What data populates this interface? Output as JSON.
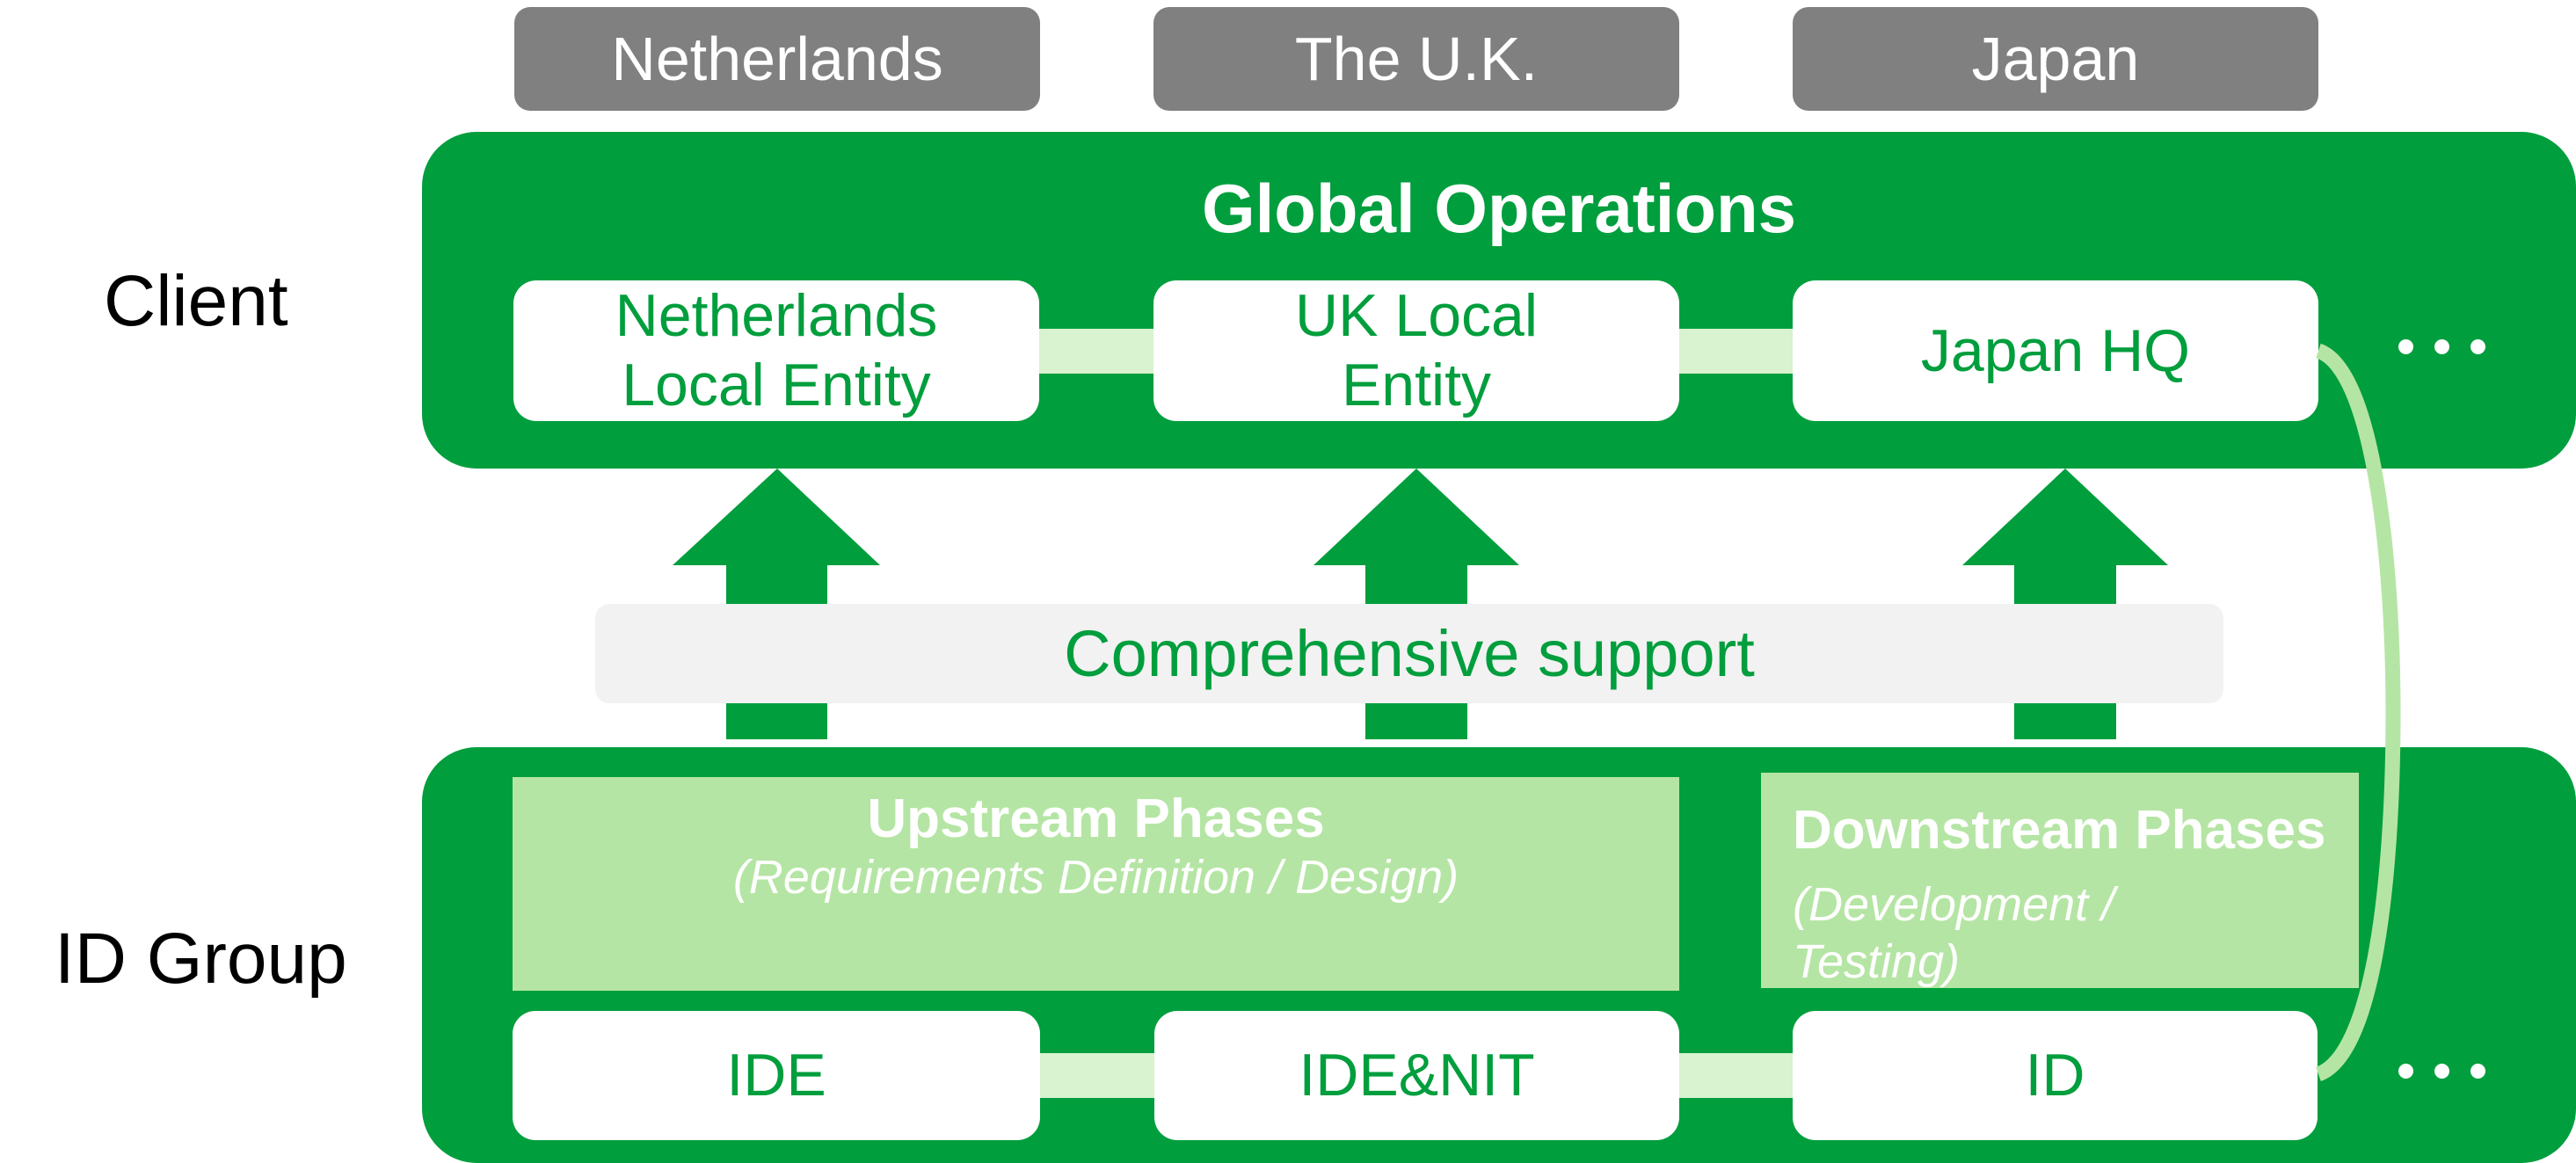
{
  "countries": [
    {
      "label": "Netherlands"
    },
    {
      "label": "The U.K."
    },
    {
      "label": "Japan"
    }
  ],
  "rows": {
    "client": {
      "label": "Client"
    },
    "id_group": {
      "label": "ID Group"
    }
  },
  "client_panel": {
    "title": "Global Operations",
    "entities": [
      {
        "label": "Netherlands\nLocal Entity"
      },
      {
        "label": "UK Local\nEntity"
      },
      {
        "label": "Japan HQ"
      }
    ],
    "more": "more-ellipsis"
  },
  "support": {
    "label": "Comprehensive support",
    "arrows": 3
  },
  "id_panel": {
    "upstream": {
      "title": "Upstream Phases",
      "subtitle": "(Requirements Definition / Design)"
    },
    "downstream": {
      "title": "Downstream Phases",
      "subtitle": "(Development /\nTesting)"
    },
    "companies": [
      {
        "label": "IDE"
      },
      {
        "label": "IDE&NIT"
      },
      {
        "label": "ID"
      }
    ],
    "more": "more-ellipsis"
  },
  "colors": {
    "brand_green": "#009e3d",
    "light_green": "#b5e5a4",
    "connector_green": "#d9f2d0",
    "country_gray": "#808080",
    "support_gray": "#f2f2f2"
  }
}
